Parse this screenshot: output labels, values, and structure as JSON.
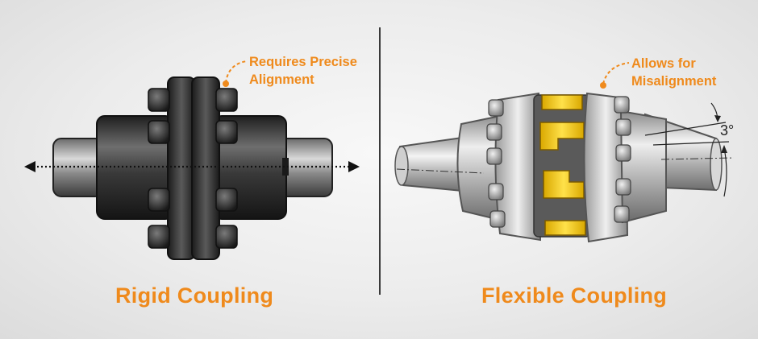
{
  "left": {
    "title": "Rigid Coupling",
    "callout_line1": "Requires Precise",
    "callout_line2": "Alignment"
  },
  "right": {
    "title": "Flexible Coupling",
    "callout_line1": "Allows for",
    "callout_line2": "Misalignment",
    "angle": "3°"
  },
  "colors": {
    "accent": "#ef8a1c",
    "rigid_body": "#2f2f2f",
    "flexible_body": "#c8c8c8",
    "elastomer": "#f2c200"
  }
}
